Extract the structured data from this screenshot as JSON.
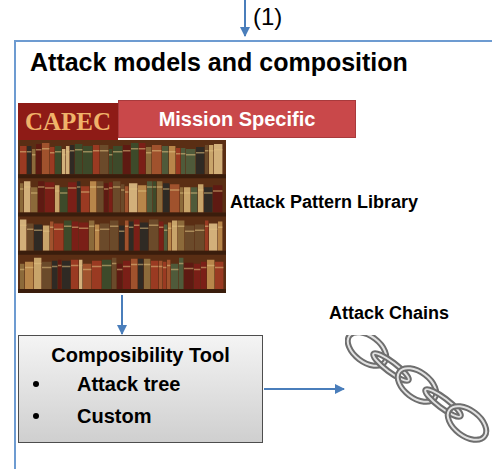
{
  "diagram": {
    "nodes": [
      {
        "text": [
          "Attack models and composition"
        ]
      },
      {
        "text": [
          "CAPEC"
        ],
        "in": 0
      },
      {
        "text": [
          "Mission Specific"
        ],
        "in": 0
      },
      {
        "text": [
          "Attack Pattern Library"
        ],
        "in": 0
      },
      {
        "text": [
          "Composibility Tool",
          "Attack tree",
          "Custom"
        ],
        "in": 0
      },
      {
        "text": [
          "Attack Chains"
        ],
        "in": 0
      }
    ],
    "edges": [
      {
        "from": 3,
        "to": 4,
        "arrow": "to"
      },
      {
        "from": 4,
        "to": 5,
        "arrow": "to"
      }
    ],
    "labels": [
      "(1)"
    ]
  }
}
